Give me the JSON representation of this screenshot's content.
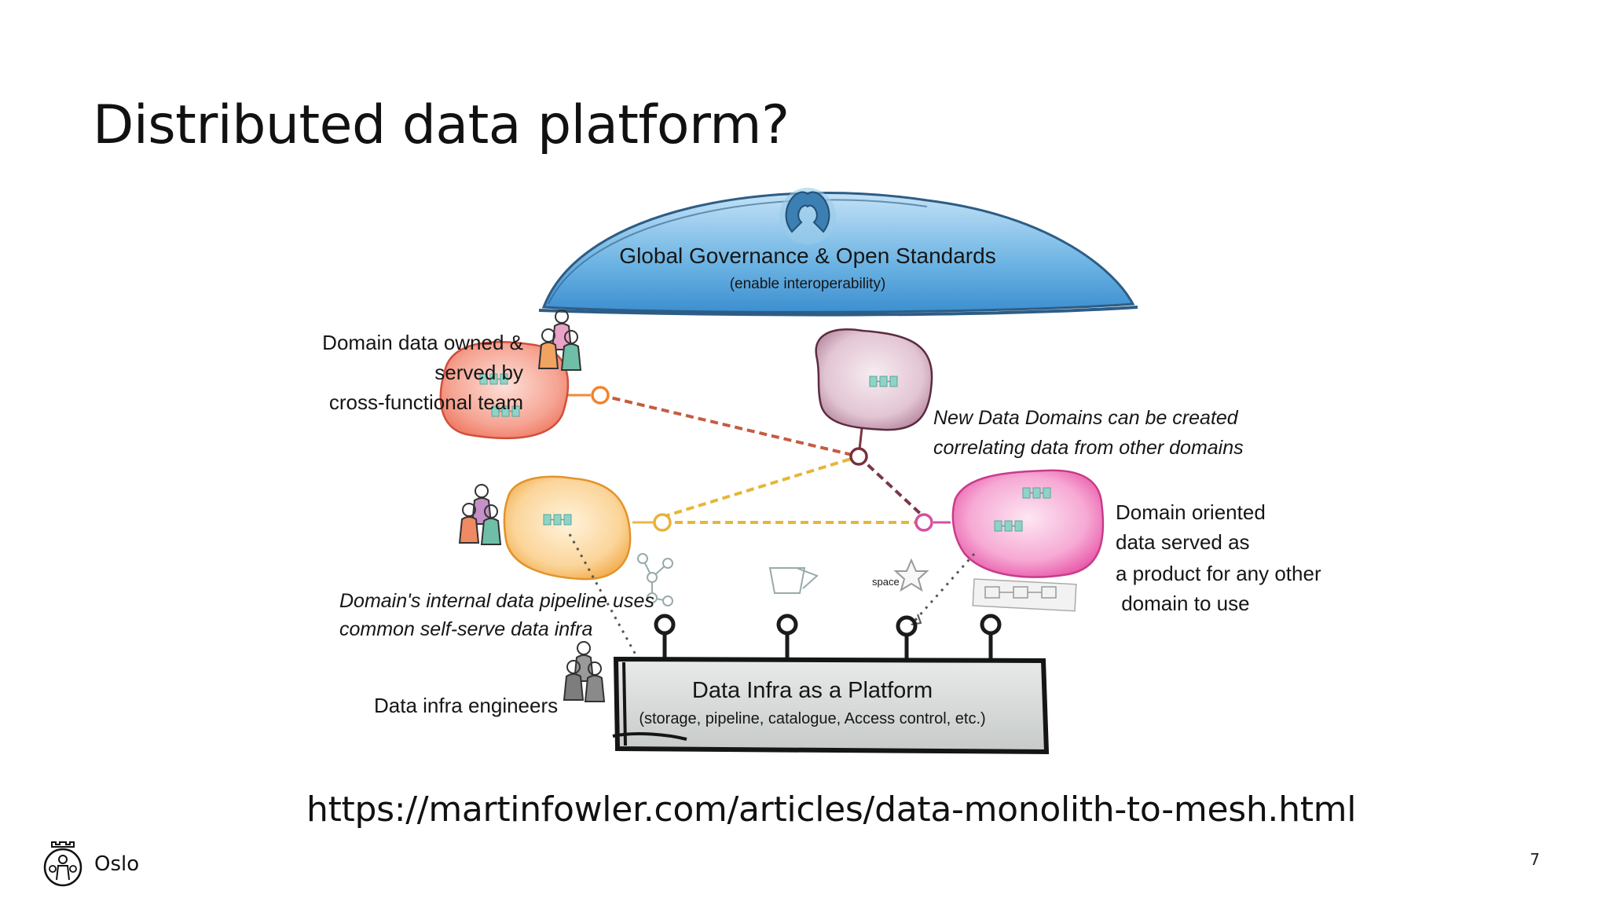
{
  "slide": {
    "title": "Distributed data platform?",
    "url": "https://martinfowler.com/articles/data-monolith-to-mesh.html",
    "page_number": "7",
    "footer_brand": "Oslo"
  },
  "diagram": {
    "governance_title": "Global Governance & Open Standards",
    "governance_subtitle": "(enable interoperability)",
    "label_domain_team": [
      "Domain data owned &",
      "served by",
      "cross-functional team"
    ],
    "label_new_domains": [
      "New Data Domains can be created",
      "correlating data from other domains"
    ],
    "label_domain_oriented": [
      "Domain oriented",
      "data served as",
      "a product for any other",
      " domain to use"
    ],
    "label_pipeline": [
      "Domain's internal data pipeline uses",
      "common self-serve data infra"
    ],
    "label_engineers": "Data infra engineers",
    "platform_title": "Data Infra as a Platform",
    "platform_subtitle": "(storage, pipeline, catalogue, Access control, etc.)",
    "space_label": "space"
  },
  "colors": {
    "governance_blue": "#4a9fd8",
    "domain_red": "#f08070",
    "domain_purple": "#b07898",
    "domain_orange": "#f5b85a",
    "domain_pink": "#ec5fb0",
    "platform_gray": "#d4d7d6"
  }
}
